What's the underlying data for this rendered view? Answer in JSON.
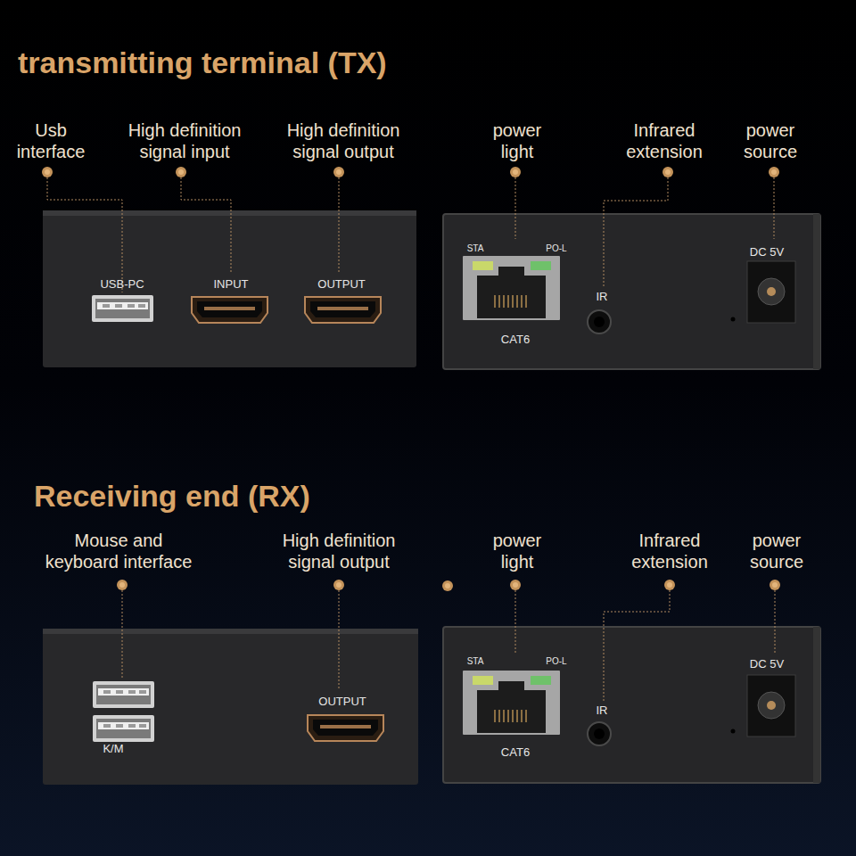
{
  "diagram": {
    "title": "transmitting terminal (TX)",
    "nodes": [
      {
        "text": [
          "USB-PC",
          "INPUT",
          "OUTPUT"
        ]
      },
      {
        "text": [
          "STA",
          "PO-L",
          "CAT6",
          "IR",
          "DC 5V"
        ]
      },
      {
        "text": [
          "K/M",
          "OUTPUT"
        ]
      },
      {
        "text": [
          "STA",
          "PO-L",
          "CAT6",
          "IR",
          "DC 5V"
        ]
      }
    ],
    "labels": [
      "Receiving end (RX)",
      "Usb interface",
      "High definition signal input",
      "High definition signal output",
      "power light",
      "Infrared extension",
      "power source",
      "Mouse and keyboard interface",
      "High definition signal output",
      "power light",
      "Infrared extension",
      "power source"
    ]
  }
}
